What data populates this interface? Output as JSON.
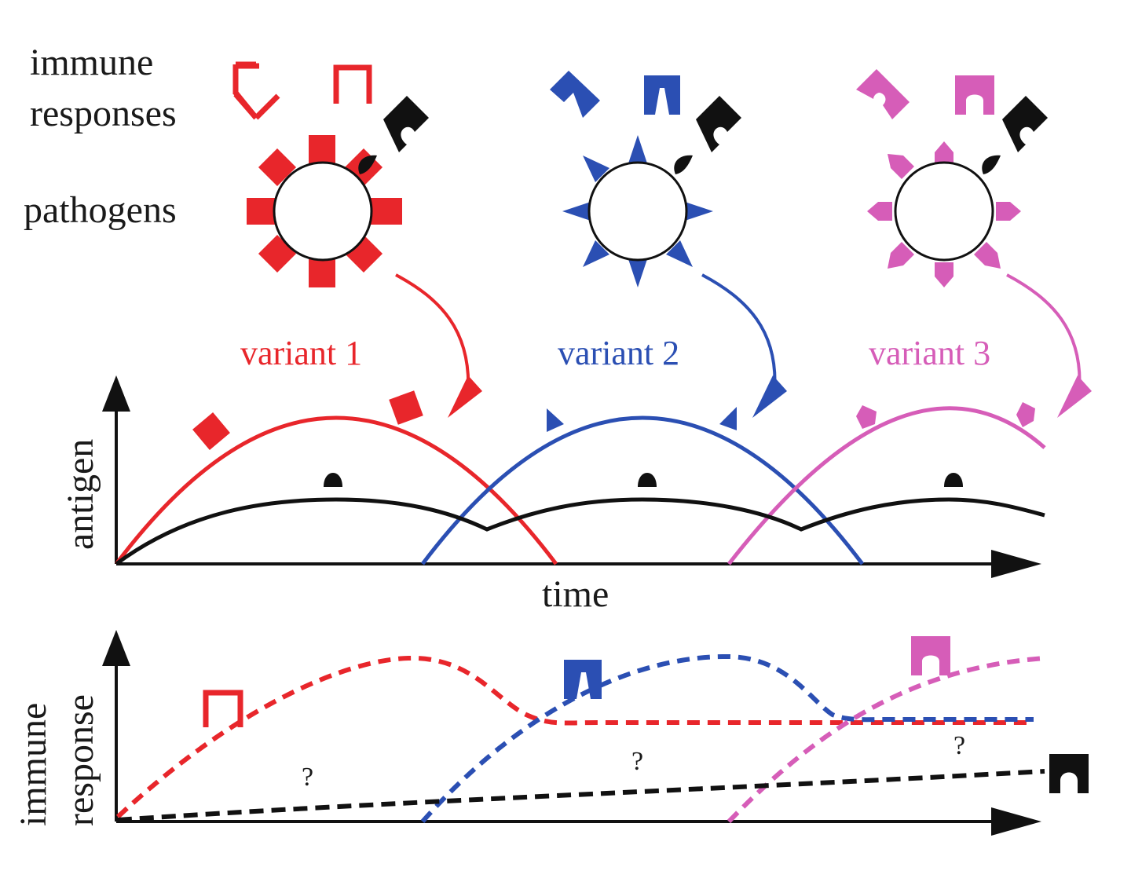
{
  "labels": {
    "immune_responses_line1": "immune",
    "immune_responses_line2": "responses",
    "pathogens": "pathogens",
    "variant_1": "variant 1",
    "variant_2": "variant 2",
    "variant_3": "variant 3",
    "antigen_axis": "antigen",
    "time_axis": "time",
    "immune_response_axis_line1": "immune",
    "immune_response_axis_line2": "response",
    "question_1": "?",
    "question_2": "?",
    "question_3": "?"
  },
  "colors": {
    "variant_1": "#e8262b",
    "variant_2": "#2b4fb3",
    "variant_3": "#d65db8",
    "conserved": "#111111",
    "axis": "#111111"
  }
}
